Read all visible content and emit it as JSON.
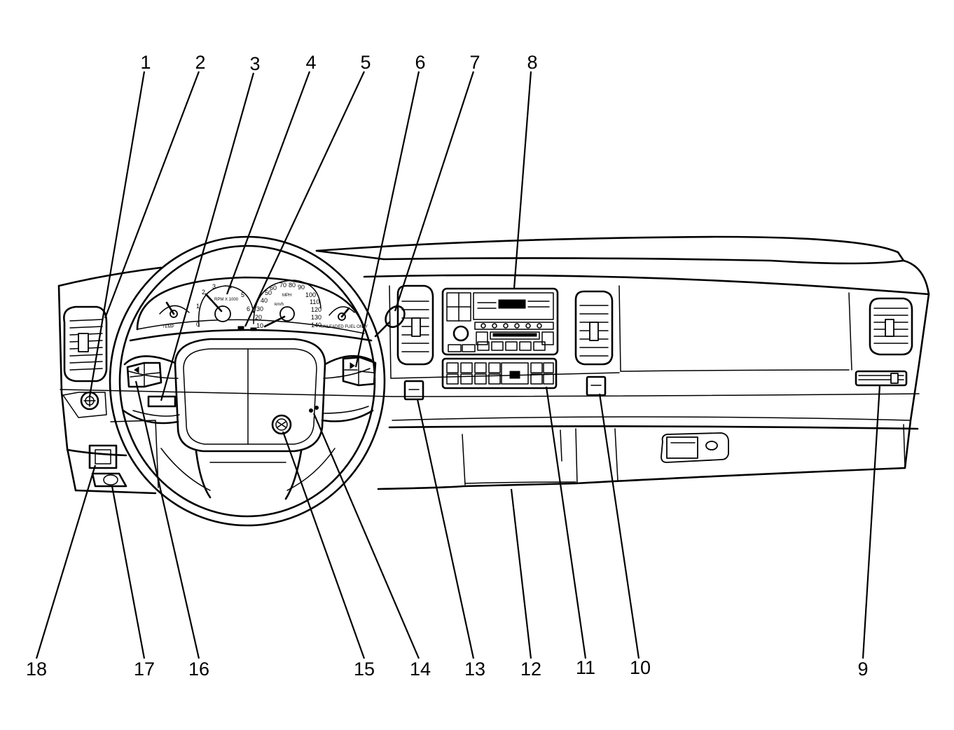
{
  "diagram": {
    "callouts": [
      {
        "id": 1,
        "label": "1"
      },
      {
        "id": 2,
        "label": "2"
      },
      {
        "id": 3,
        "label": "3"
      },
      {
        "id": 4,
        "label": "4"
      },
      {
        "id": 5,
        "label": "5"
      },
      {
        "id": 6,
        "label": "6"
      },
      {
        "id": 7,
        "label": "7"
      },
      {
        "id": 8,
        "label": "8"
      },
      {
        "id": 9,
        "label": "9"
      },
      {
        "id": 10,
        "label": "10"
      },
      {
        "id": 11,
        "label": "11"
      },
      {
        "id": 12,
        "label": "12"
      },
      {
        "id": 13,
        "label": "13"
      },
      {
        "id": 14,
        "label": "14"
      },
      {
        "id": 15,
        "label": "15"
      },
      {
        "id": 16,
        "label": "16"
      },
      {
        "id": 17,
        "label": "17"
      },
      {
        "id": 18,
        "label": "18"
      }
    ],
    "speedometer": {
      "mph_ticks": [
        "10",
        "20",
        "30",
        "40",
        "50",
        "60",
        "70",
        "80",
        "90",
        "100",
        "110",
        "120",
        "130",
        "140"
      ],
      "unit_mph": "MPH",
      "unit_kmh": "km/h",
      "fuel_note": "UNLEADED FUEL ONLY"
    },
    "tachometer": {
      "ticks": [
        "0",
        "1",
        "2",
        "3",
        "4",
        "5",
        "6"
      ],
      "caption": "RPM X 1000"
    }
  }
}
